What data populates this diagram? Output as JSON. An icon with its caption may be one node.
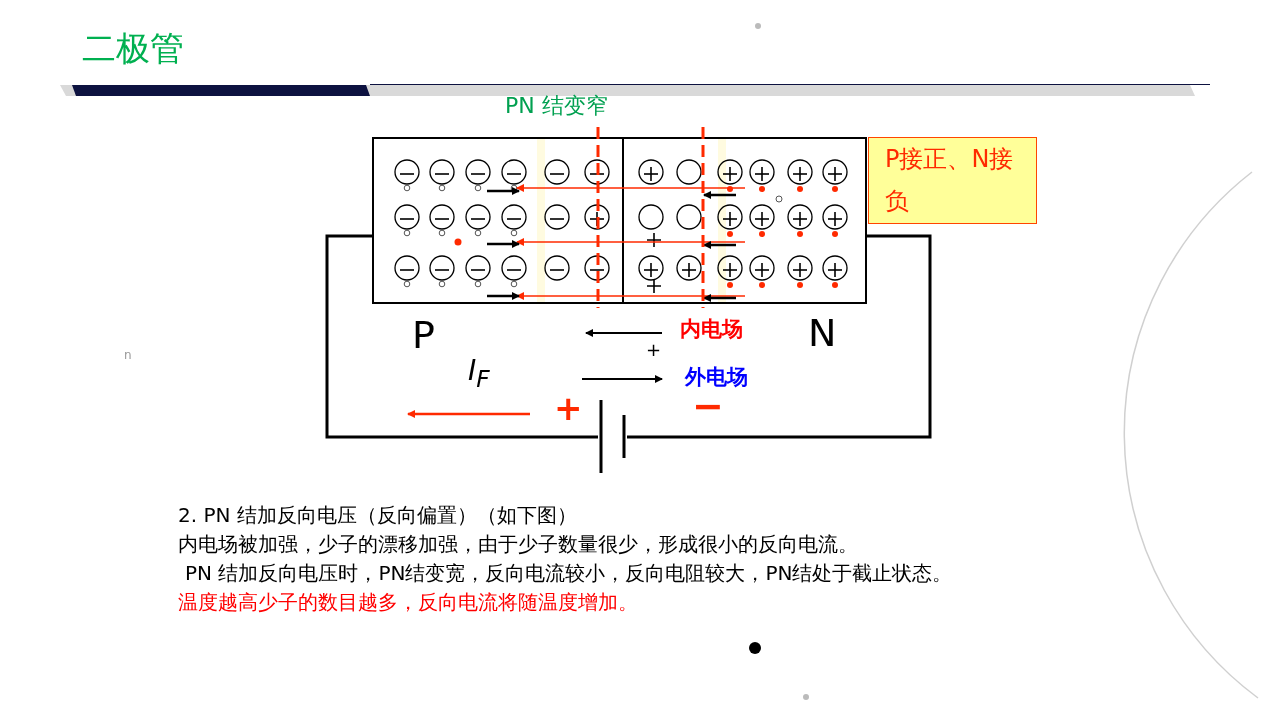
{
  "diagram": {
    "title": "二极管",
    "nodes": [
      {
        "text": [],
        "shape": "box"
      },
      {
        "text": [
          "P接正、N接负"
        ]
      },
      {
        "text": [],
        "shape": "battery"
      }
    ],
    "edges": [
      {
        "from": 0,
        "to": 2,
        "arrow": "none"
      },
      {
        "from": 0,
        "to": 2,
        "arrow": "none"
      }
    ],
    "labels": [
      "PN 结变窄",
      "P",
      "内电场",
      "N",
      "n",
      "+",
      "I$_{F}$",
      "外电场",
      "+",
      "−",
      "2. PN 结加反向电压（反向偏置）（如下图）",
      "内电场被加强，少子的漂移加强，由于少子数量很少，形成很小的反向电流。",
      "PN 结加反向电压时，PN结变宽，反向电流较小，反向电阻较大，PN结处于截止状态。",
      "温度越高少子的数目越多，反向电流将随温度增加。"
    ]
  }
}
